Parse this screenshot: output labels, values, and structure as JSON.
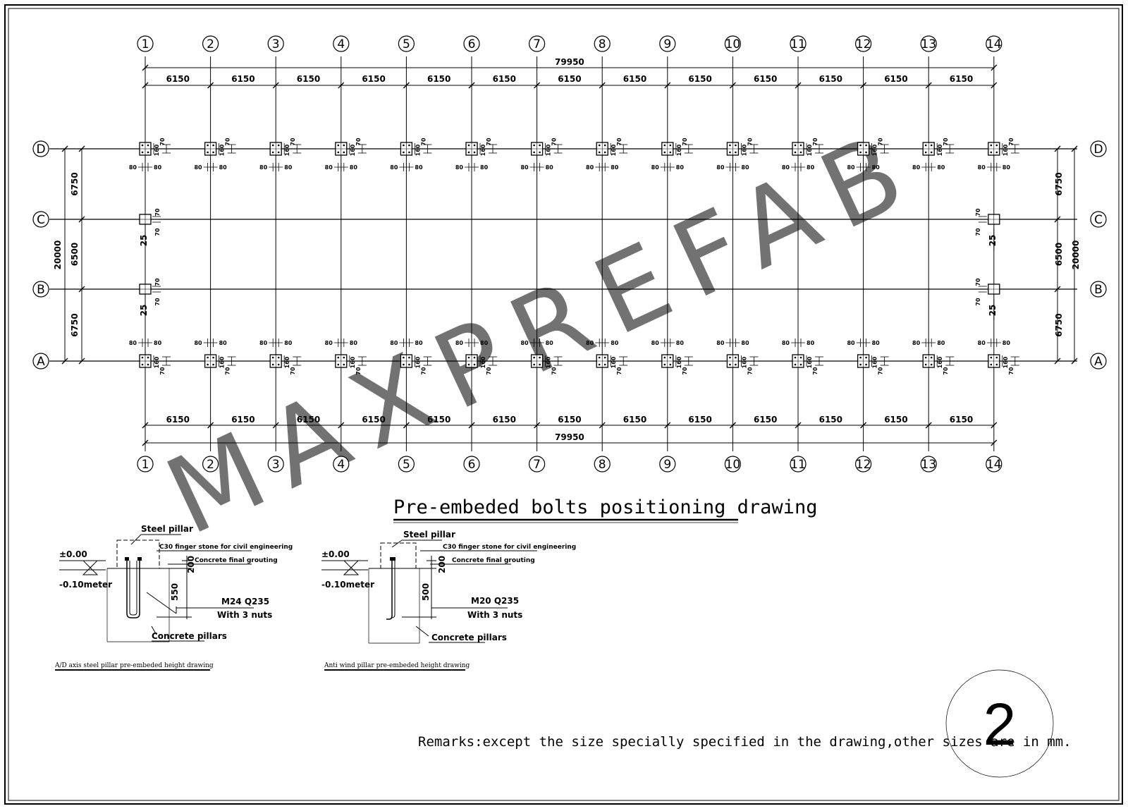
{
  "watermark": "MAXPREFAB",
  "axes": {
    "columns": [
      "1",
      "2",
      "3",
      "4",
      "5",
      "6",
      "7",
      "8",
      "9",
      "10",
      "11",
      "12",
      "13",
      "14"
    ],
    "rows": [
      "D",
      "C",
      "B",
      "A"
    ]
  },
  "dims": {
    "bay": "6150",
    "total_length": "79950",
    "row_spacings": [
      "6750",
      "6500",
      "6750"
    ],
    "total_width": "20000",
    "bolt_80": "80",
    "bolt_70": "70",
    "bolt_160": "160",
    "bolt_25": "25"
  },
  "title": "Pre-embeded bolts positioning drawing",
  "detail1": {
    "steel_pillar": "Steel pillar",
    "c30": "C30 finger stone for civil engineering",
    "grouting": "Concrete final grouting",
    "level_top": "±0.00",
    "level_bottom": "-0.10meter",
    "d1": "200",
    "d2": "550",
    "bolt": "M24 Q235",
    "nuts": "With 3 nuts",
    "concrete": "Concrete pillars",
    "caption": "A/D axis steel pillar pre-embeded height drawing"
  },
  "detail2": {
    "steel_pillar": "Steel pillar",
    "c30": "C30 finger stone for civil engineering",
    "grouting": "Concrete final grouting",
    "level_top": "±0.00",
    "level_bottom": "-0.10meter",
    "d1": "200",
    "d2": "500",
    "bolt": "M20 Q235",
    "nuts": "With 3 nuts",
    "concrete": "Concrete pillars",
    "caption": "Anti wind pillar pre-embeded height drawing"
  },
  "remarks": "Remarks:except the size specially specified in the drawing,other sizes are in mm.",
  "sheet_number": "2"
}
